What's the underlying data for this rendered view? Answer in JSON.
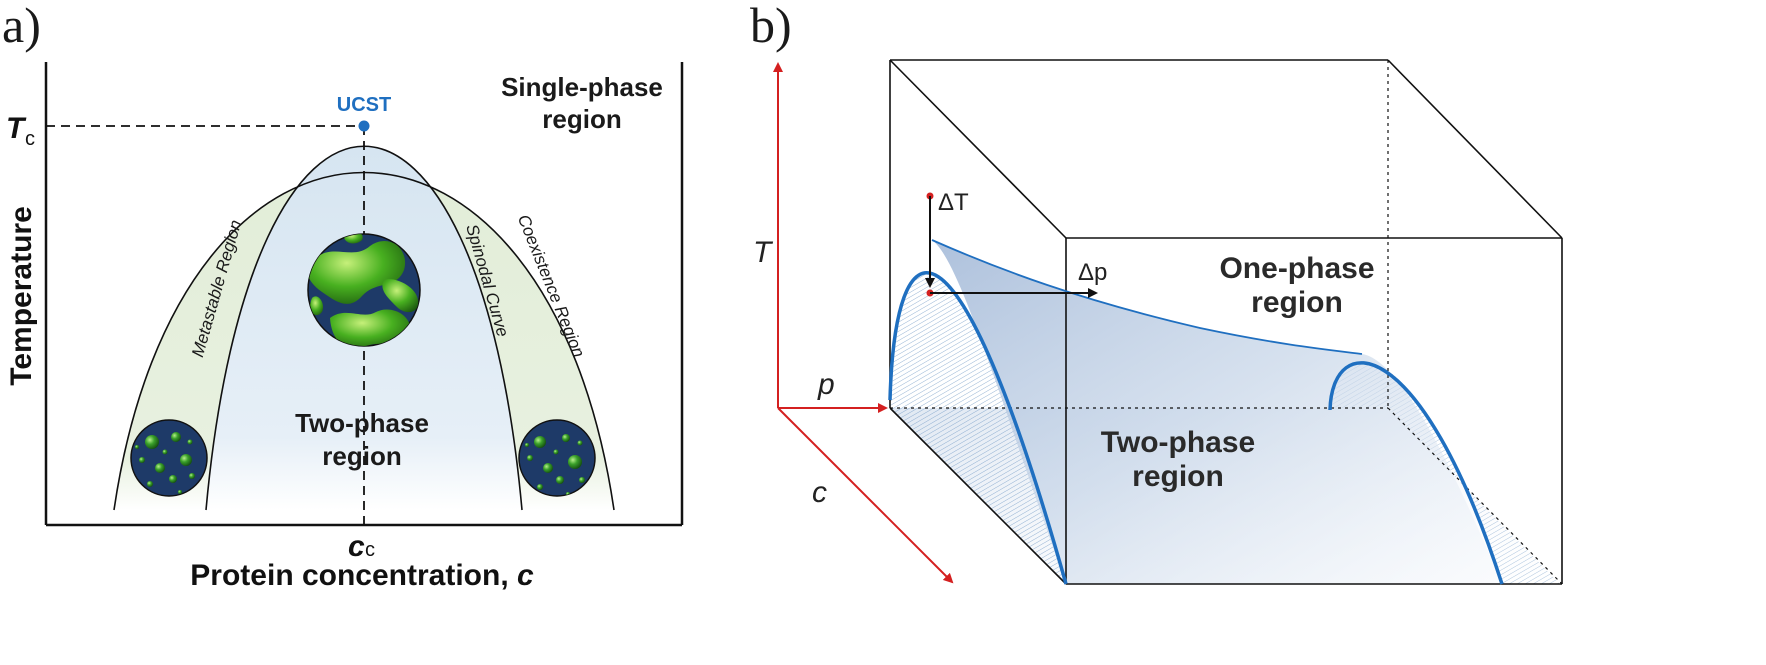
{
  "panel_a": {
    "label": "a)",
    "y_axis_title": "Temperature",
    "x_axis_title_main": "Protein concentration, ",
    "x_axis_title_var": "c",
    "tc_symbol": "T",
    "tc_subscript": "c",
    "cc_symbol": "c",
    "cc_subscript": "c",
    "ucst_label": "UCST",
    "single_phase_line1": "Single-phase",
    "single_phase_line2": "region",
    "two_phase_line1": "Two-phase",
    "two_phase_line2": "region",
    "metastable_label": "Metastable Region",
    "spinodal_label": "Spinodal Curve",
    "coexistence_label": "Coexistence Region"
  },
  "panel_b": {
    "label": "b)",
    "axis_T": "T",
    "axis_p": "p",
    "axis_c": "c",
    "delta_T": "ΔT",
    "delta_p": "Δp",
    "one_phase_line1": "One-phase",
    "one_phase_line2": "region",
    "two_phase_line1": "Two-phase",
    "two_phase_line2": "region"
  },
  "colors": {
    "curve_blue": "#1f6fc0",
    "axis_red": "#d42020",
    "metastable_fill": "#e3eedb",
    "two_phase_fill": "#dde9f3",
    "droplet_bg": "#1e3a68",
    "droplet_green": "#3aa02a"
  }
}
